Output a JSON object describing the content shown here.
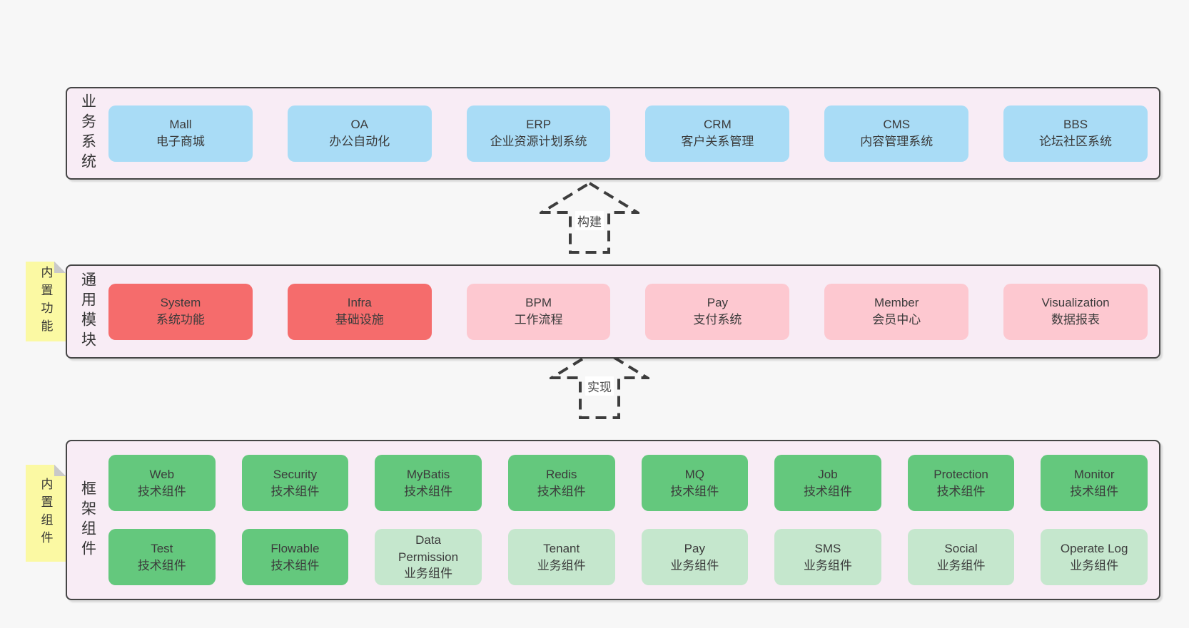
{
  "colors": {
    "page_bg": "#f7f7f7",
    "panel_bg": "#f8ecf5",
    "panel_border": "#454545",
    "blue": "#a9dcf6",
    "red": "#f56c6c",
    "pink": "#fdc8d0",
    "green": "#64c87d",
    "lightgreen": "#c5e7cd",
    "yellow": "#fbf9a3",
    "fold": "#c9c9c9",
    "text": "#3b3b3b",
    "label": "#333333",
    "arrow": "#3d3d3d"
  },
  "arrows": [
    {
      "label": "构建"
    },
    {
      "label": "实现"
    }
  ],
  "layers": [
    {
      "id": "business",
      "label": "业务系统",
      "rows": [
        [
          {
            "title": "Mall",
            "subtitle": "电子商城",
            "type": "blue"
          },
          {
            "title": "OA",
            "subtitle": "办公自动化",
            "type": "blue"
          },
          {
            "title": "ERP",
            "subtitle": "企业资源计划系统",
            "type": "blue"
          },
          {
            "title": "CRM",
            "subtitle": "客户关系管理",
            "type": "blue"
          },
          {
            "title": "CMS",
            "subtitle": "内容管理系统",
            "type": "blue"
          },
          {
            "title": "BBS",
            "subtitle": "论坛社区系统",
            "type": "blue"
          }
        ]
      ]
    },
    {
      "id": "modules",
      "label": "通用模块",
      "sticky": "内置功能",
      "rows": [
        [
          {
            "title": "System",
            "subtitle": "系统功能",
            "type": "red"
          },
          {
            "title": "Infra",
            "subtitle": "基础设施",
            "type": "red"
          },
          {
            "title": "BPM",
            "subtitle": "工作流程",
            "type": "pink"
          },
          {
            "title": "Pay",
            "subtitle": "支付系统",
            "type": "pink"
          },
          {
            "title": "Member",
            "subtitle": "会员中心",
            "type": "pink"
          },
          {
            "title": "Visualization",
            "subtitle": "数据报表",
            "type": "pink"
          }
        ]
      ]
    },
    {
      "id": "components",
      "label": "框架组件",
      "sticky": "内置组件",
      "rows": [
        [
          {
            "title": "Web",
            "subtitle": "技术组件",
            "type": "green"
          },
          {
            "title": "Security",
            "subtitle": "技术组件",
            "type": "green"
          },
          {
            "title": "MyBatis",
            "subtitle": "技术组件",
            "type": "green"
          },
          {
            "title": "Redis",
            "subtitle": "技术组件",
            "type": "green"
          },
          {
            "title": "MQ",
            "subtitle": "技术组件",
            "type": "green"
          },
          {
            "title": "Job",
            "subtitle": "技术组件",
            "type": "green"
          },
          {
            "title": "Protection",
            "subtitle": "技术组件",
            "type": "green"
          },
          {
            "title": "Monitor",
            "subtitle": "技术组件",
            "type": "green"
          }
        ],
        [
          {
            "title": "Test",
            "subtitle": "技术组件",
            "type": "green"
          },
          {
            "title": "Flowable",
            "subtitle": "技术组件",
            "type": "green"
          },
          {
            "title": "Data Permission",
            "subtitle": "业务组件",
            "type": "lightgreen"
          },
          {
            "title": "Tenant",
            "subtitle": "业务组件",
            "type": "lightgreen"
          },
          {
            "title": "Pay",
            "subtitle": "业务组件",
            "type": "lightgreen"
          },
          {
            "title": "SMS",
            "subtitle": "业务组件",
            "type": "lightgreen"
          },
          {
            "title": "Social",
            "subtitle": "业务组件",
            "type": "lightgreen"
          },
          {
            "title": "Operate Log",
            "subtitle": "业务组件",
            "type": "lightgreen"
          }
        ]
      ]
    }
  ]
}
